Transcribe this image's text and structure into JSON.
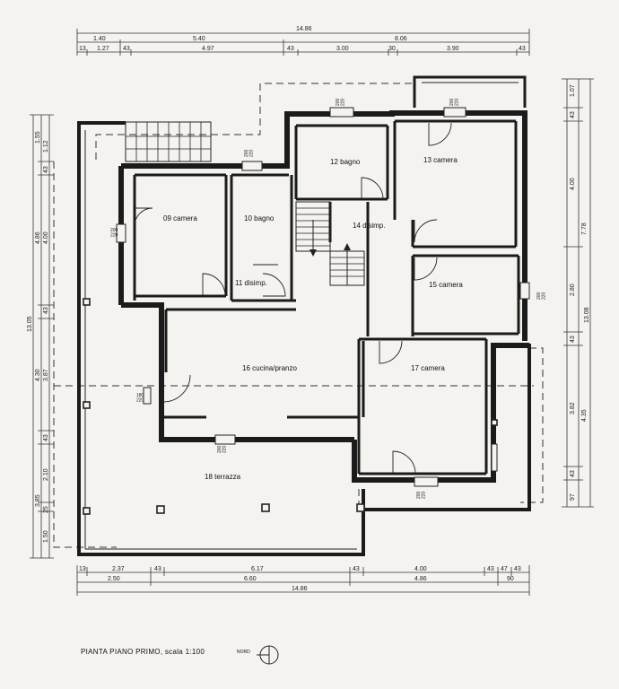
{
  "caption": "PIANTA PIANO PRIMO, scala 1:100",
  "north_label": "NORD",
  "rooms": {
    "r09": "09 camera",
    "r10": "10 bagno",
    "r11": "11 disimp.",
    "r12": "12 bagno",
    "r13": "13 camera",
    "r14": "14 disimp.",
    "r15": "15 camera",
    "r16": "16 cucina/pranzo",
    "r17": "17 camera",
    "r18": "18 terrazza"
  },
  "dims_top": {
    "total": "14.86",
    "a": "1.40",
    "b": "5.40",
    "c": "8.06",
    "d1": "13",
    "d2": "1.27",
    "d3": "43",
    "d4": "4.97",
    "d5": "43",
    "d6": "3.00",
    "d7": "30",
    "d8": "3.90",
    "d9": "43"
  },
  "dims_bottom": {
    "b1": "13",
    "b2": "2.37",
    "b3": "43",
    "b4": "6.17",
    "b5": "43",
    "b6": "4.00",
    "b7": "43",
    "b8": "47",
    "b9": "43",
    "c1": "2.50",
    "c2": "6.60",
    "c3": "4.86",
    "c4": "90",
    "total": "14.86"
  },
  "dims_left": {
    "total": "13.05",
    "l1": "1.55",
    "l2": "1.12",
    "l3": "43",
    "l4": "4.86",
    "l5": "4.00",
    "l6": "43",
    "l7": "4.30",
    "l8": "3.87",
    "l9": "43",
    "l10": "2.10",
    "l11": "3.85",
    "l12": "25",
    "l13": "1.50"
  },
  "dims_right": {
    "total": "13.08",
    "r1": "1.07",
    "r2": "43",
    "r3": "4.00",
    "r4": "7.78",
    "r5": "2.80",
    "r6": "43",
    "r7": "3.82",
    "r8": "4.35",
    "r9": "43",
    "r10": "97"
  },
  "windows": {
    "w09": "200\n220",
    "w10": "200\n220",
    "w12": "200\n220",
    "w13": "200\n220",
    "w15": "200\n220",
    "w16": "180\n220",
    "w16b": "200\n220",
    "w17": "200\n220"
  }
}
